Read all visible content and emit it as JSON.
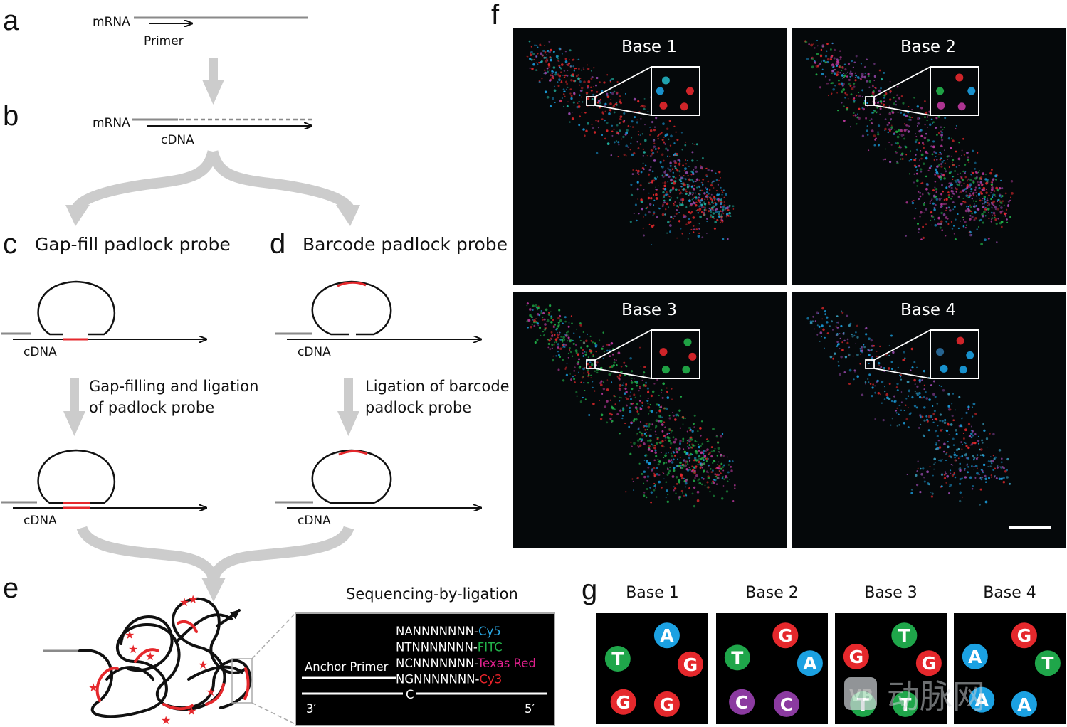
{
  "panels": {
    "a": {
      "letter": "a",
      "mrna": "mRNA",
      "primer": "Primer"
    },
    "b": {
      "letter": "b",
      "mrna": "mRNA",
      "cdna": "cDNA"
    },
    "c": {
      "letter": "c",
      "title": "Gap-fill padlock probe",
      "cdna_top": "cDNA",
      "step_line1": "Gap-filling and ligation",
      "step_line2": "of padlock probe",
      "cdna_bottom": "cDNA"
    },
    "d": {
      "letter": "d",
      "title": "Barcode padlock probe",
      "cdna_top": "cDNA",
      "step_line1": "Ligation of barcode",
      "step_line2": "padlock probe",
      "cdna_bottom": "cDNA"
    },
    "e": {
      "letter": "e",
      "title": "Sequencing-by-ligation",
      "anchor": "Anchor Primer",
      "c_label": "C",
      "end3": "3′",
      "end5": "5′",
      "probes": [
        {
          "seq": "NANNNNNNN-",
          "dye": "Cy5",
          "color": "#2aa7e3"
        },
        {
          "seq": "NTNNNNNNN-",
          "dye": "FITC",
          "color": "#22b34a"
        },
        {
          "seq": "NCNNNNNNN-",
          "dye": "Texas Red",
          "color": "#e0208d"
        },
        {
          "seq": "NGNNNNNNN-",
          "dye": "Cy3",
          "color": "#e8232a"
        }
      ]
    },
    "f": {
      "letter": "f",
      "images": [
        {
          "title": "Base 1"
        },
        {
          "title": "Base 2"
        },
        {
          "title": "Base 3"
        },
        {
          "title": "Base 4"
        }
      ]
    },
    "g": {
      "letter": "g",
      "columns": [
        {
          "title": "Base 1",
          "letters": [
            "A",
            "T",
            "G",
            "G",
            "G"
          ]
        },
        {
          "title": "Base 2",
          "letters": [
            "G",
            "T",
            "A",
            "C",
            "C"
          ]
        },
        {
          "title": "Base 3",
          "letters": [
            "T",
            "G",
            "G",
            "T",
            "T"
          ]
        },
        {
          "title": "Base 4",
          "letters": [
            "G",
            "A",
            "T",
            "A",
            "A"
          ]
        }
      ]
    }
  },
  "base_colors": {
    "A": "#1ba1e2",
    "T": "#1fa64a",
    "G": "#e5282c",
    "C": "#8b3aa0"
  },
  "watermark": {
    "text": "动脉网",
    "logo": "VB"
  }
}
